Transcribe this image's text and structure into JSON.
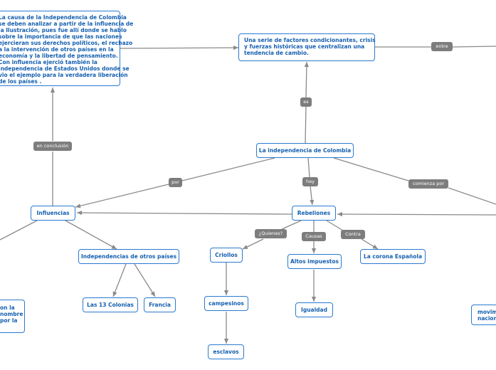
{
  "nodes": {
    "causa": {
      "lines": [
        "La causa de la Independencia de Colombia",
        "se deben analizar a partir de la influencia de",
        "la Ilustración, pues fue allí donde se hablo",
        "sobre la importancia de que las naciones",
        "ejercieran sus derechos políticos, el rechazo",
        "a la intervención de otros países en la",
        "economía y la libertad de pensamiento.",
        "Con influencia ejerció también la",
        "independencia de Estados Unidos donde se",
        "vio el ejemplo para la verdadera liberación",
        "de los países ."
      ]
    },
    "serie": {
      "lines": [
        "Una serie de factores condicionantes, crisis",
        "y fuerzas históricas que centralizan una",
        "tendencia de cambio."
      ]
    },
    "independencia": "La independencia de Colombia",
    "influencias": "Influencias",
    "rebeliones": "Rebeliones",
    "otros_paises": "Independencias de otros países",
    "trece_colonias": "Las 13 Colonias",
    "francia": "Francia",
    "criollos": "Criollos",
    "campesinos": "campesinos",
    "esclavos": "esclavos",
    "altos_impuestos": "Altos impuestos",
    "igualdad": "Igualdad",
    "corona": "La corona Española",
    "left_partial": {
      "lines": [
        "on la",
        "nombre",
        "por la"
      ]
    },
    "right_partial": {
      "lines": [
        "movim",
        "nacion"
      ]
    }
  },
  "labels": {
    "entre": "entre",
    "es": "es",
    "en_conclusion": "en conclusión",
    "por": "por",
    "hay": "hay",
    "comienza_por": "comienza por",
    "quienes": "¿Quienes?",
    "causas": "Causas",
    "contra": "Contra"
  },
  "colors": {
    "node_border": "#2a7ad0",
    "node_text": "#1560b0",
    "label_bg": "#7d7d7d",
    "connector": "#8a8a8a"
  }
}
